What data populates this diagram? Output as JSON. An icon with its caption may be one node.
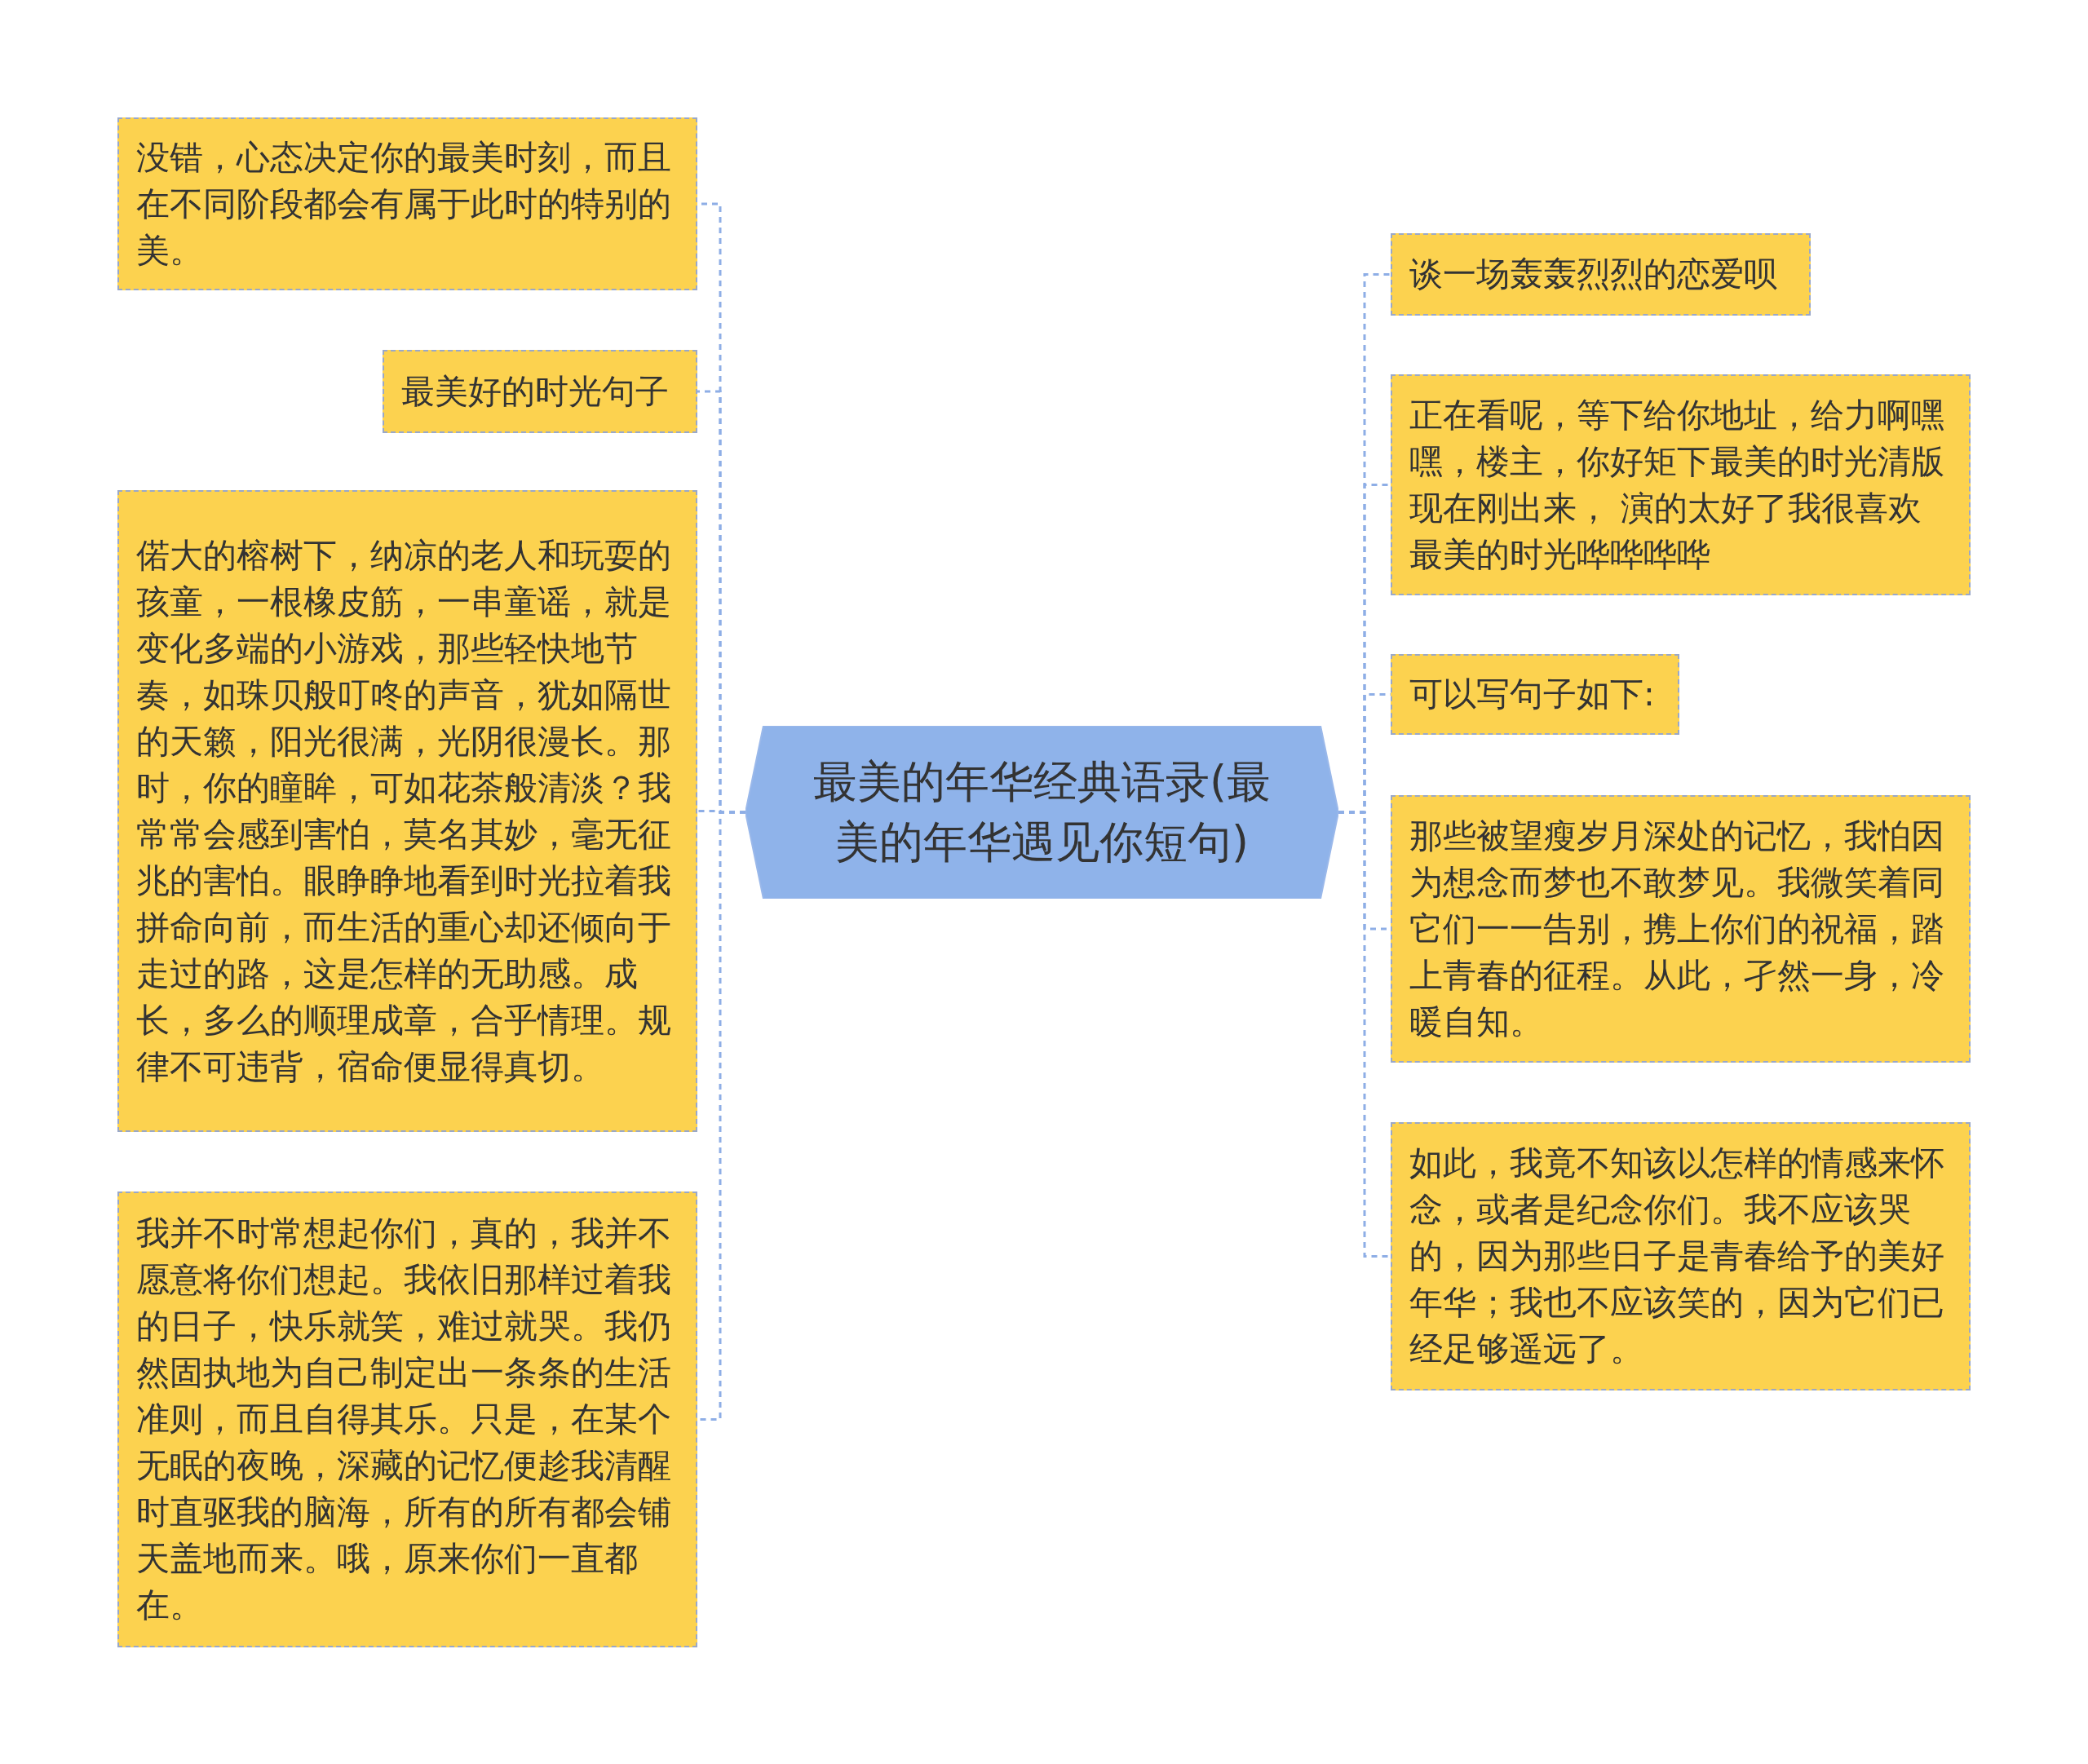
{
  "diagram": {
    "nodes": [
      {
        "text": [
          "最美的年华经典语录(最美的年华遇见你短句)"
        ]
      },
      {
        "text": [
          "没错，心态决定你的最美时刻，而且在不同阶段都会有属于此时的特别的美。"
        ]
      },
      {
        "text": [
          "最美好的时光句子"
        ]
      },
      {
        "text": [
          "偌大的榕树下，纳凉的老人和玩耍的孩童，一根橡皮筋，一串童谣，就是变化多端的小游戏，那些轻快地节奏，如珠贝般叮咚的声音，犹如隔世的天籁，阳光很满，光阴很漫长。那时，你的瞳眸，可如花茶般清淡？我常常会感到害怕，莫名其妙，毫无征兆的害怕。眼睁睁地看到时光拉着我拼命向前，而生活的重心却还倾向于走过的路，这是怎样的无助感。成长，多么的顺理成章，合乎情理。规律不可违背，宿命便显得真切。"
        ]
      },
      {
        "text": [
          "我并不时常想起你们，真的，我并不愿意将你们想起。我依旧那样过着我的日子，快乐就笑，难过就哭。我仍然固执地为自己制定出一条条的生活准则，而且自得其乐。只是，在某个无眠的夜晚，深藏的记忆便趁我清醒时直驱我的脑海，所有的所有都会铺天盖地而来。哦，原来你们一直都在。"
        ]
      },
      {
        "text": [
          "谈一场轰轰烈烈的恋爱呗"
        ]
      },
      {
        "text": [
          "正在看呢，等下给你地址，给力啊嘿嘿，楼主，你好矩下最美的时光清版现在刚出来， 演的太好了我很喜欢最美的时光哗哗哗哗"
        ]
      },
      {
        "text": [
          "可以写句子如下:"
        ]
      },
      {
        "text": [
          "那些被望瘦岁月深处的记忆，我怕因为想念而梦也不敢梦见。我微笑着同它们一一告别，携上你们的祝福，踏上青春的征程。从此，孑然一身，冷暖自知。"
        ]
      },
      {
        "text": [
          "如此，我竟不知该以怎样的情感来怀念，或者是纪念你们。我不应该哭的，因为那些日子是青春给予的美好年华；我也不应该笑的，因为它们已经足够遥远了。"
        ]
      }
    ],
    "edges": [
      {
        "from": 0,
        "to": 1,
        "arrow": "none"
      },
      {
        "from": 0,
        "to": 2,
        "arrow": "none"
      },
      {
        "from": 0,
        "to": 3,
        "arrow": "none"
      },
      {
        "from": 0,
        "to": 4,
        "arrow": "none"
      },
      {
        "from": 0,
        "to": 5,
        "arrow": "none"
      },
      {
        "from": 0,
        "to": 6,
        "arrow": "none"
      },
      {
        "from": 0,
        "to": 7,
        "arrow": "none"
      },
      {
        "from": 0,
        "to": 8,
        "arrow": "none"
      },
      {
        "from": 0,
        "to": 9,
        "arrow": "none"
      }
    ]
  }
}
